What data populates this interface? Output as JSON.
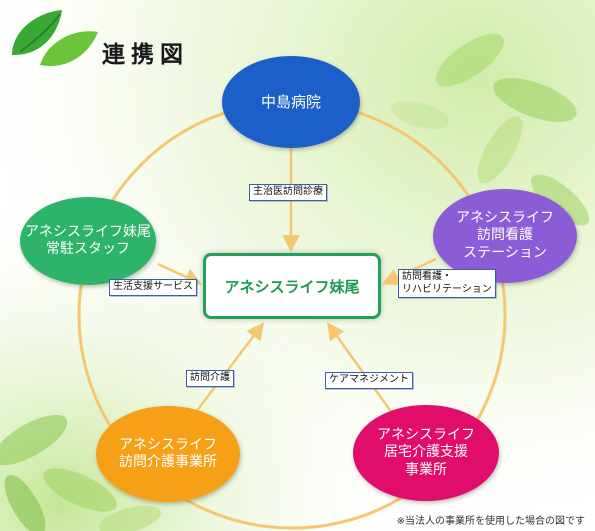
{
  "title": "連携図",
  "center": "アネシスライフ妹尾",
  "nodes": {
    "hospital": [
      "中島病院"
    ],
    "staff": [
      "アネシスライフ妹尾",
      "常駐スタッフ"
    ],
    "nursing_station": [
      "アネシスライフ",
      "訪問看護",
      "ステーション"
    ],
    "home_care": [
      "アネシスライフ",
      "訪問介護事業所"
    ],
    "care_support": [
      "アネシスライフ",
      "居宅介護支援",
      "事業所"
    ]
  },
  "tags": {
    "hospital": "主治医訪問診療",
    "staff": "生活支援サービス",
    "nursing": [
      "訪問看護・",
      "リハビリテーション"
    ],
    "home_care": "訪問介護",
    "care_support": "ケアマネジメント"
  },
  "footnote": "※当法人の事業所を使用した場合の図です",
  "colors": {
    "hospital": "#1f5fc9",
    "staff": "#2fb36a",
    "nursing_station": "#8b5bd6",
    "home_care": "#f5a012",
    "care_support": "#e0106a",
    "center_border": "#23a05a",
    "ring": "#f5c870"
  }
}
